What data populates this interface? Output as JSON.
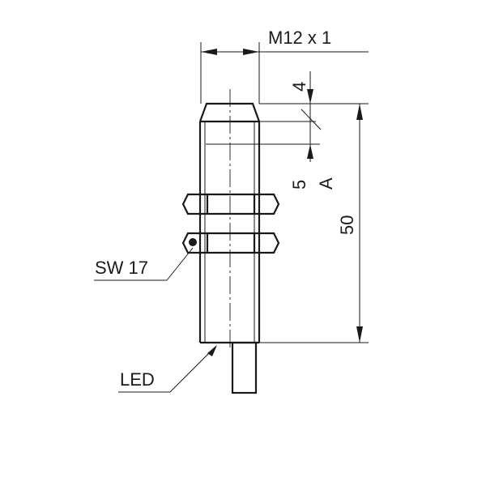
{
  "labels": {
    "thread": "M12 x 1",
    "dim_4": "4",
    "dim_5": "5",
    "ref_a": "A",
    "dim_50": "50",
    "wrench": "SW 17",
    "led": "LED"
  },
  "colors": {
    "line": "#1a1a1a",
    "background": "#ffffff"
  }
}
